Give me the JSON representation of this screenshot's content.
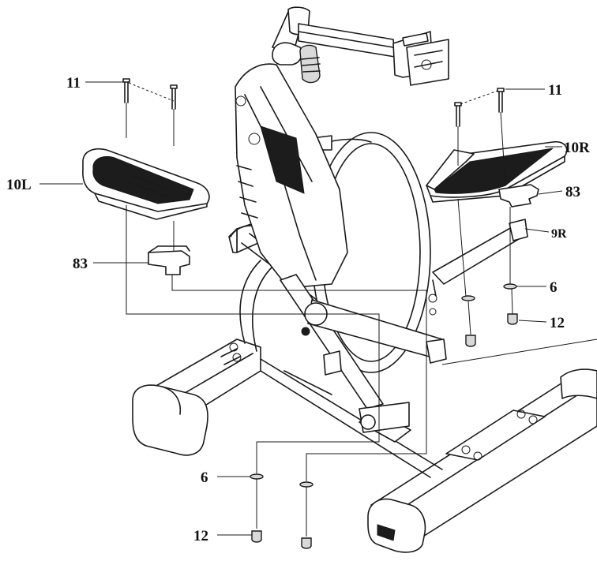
{
  "labels": {
    "l11_left": "11",
    "l10L": "10L",
    "l83_left": "83",
    "l11_right": "11",
    "l10R": "10R",
    "l83_right": "83",
    "l9R": "9R",
    "l6_right": "6",
    "l12_right": "12",
    "l6_bottom": "6",
    "l12_bottom": "12"
  }
}
